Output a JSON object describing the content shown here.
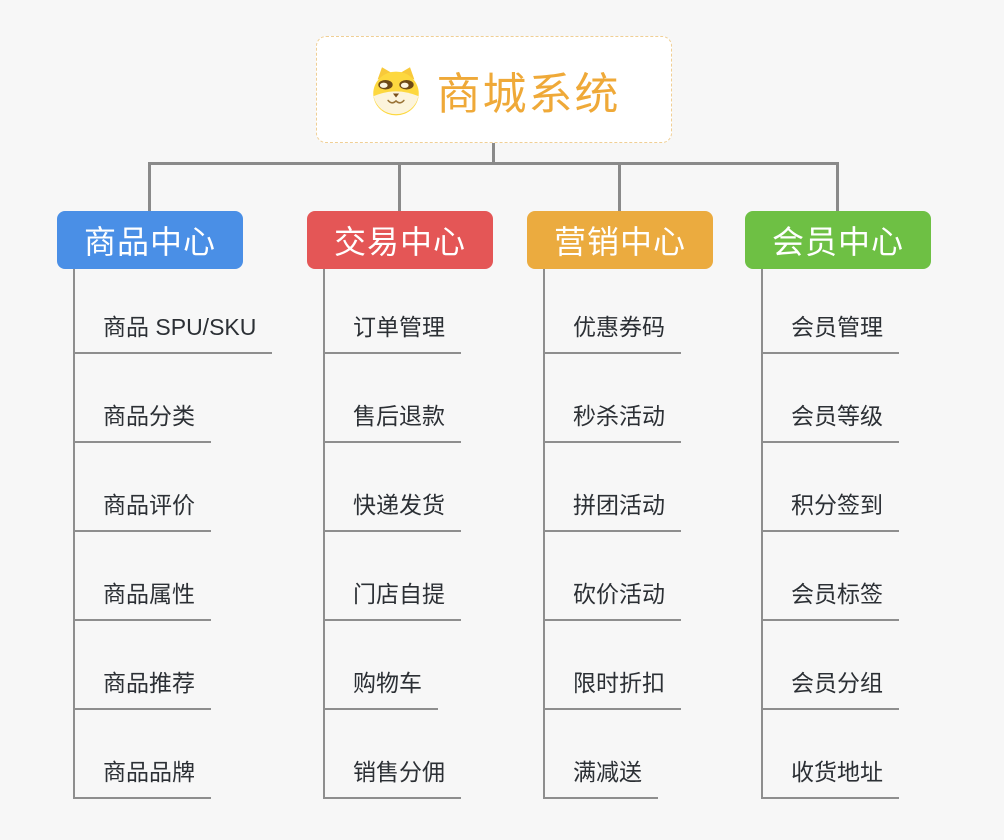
{
  "page": {
    "background": "#f7f7f7",
    "connector_color": "#8a8a8a"
  },
  "root": {
    "title": "商城系统",
    "icon": "dog-face",
    "text_color": "#efa938",
    "border_color": "#f0cf95"
  },
  "branches": [
    {
      "label": "商品中心",
      "color": "#4a8fe6",
      "children": [
        "商品 SPU/SKU",
        "商品分类",
        "商品评价",
        "商品属性",
        "商品推荐",
        "商品品牌"
      ]
    },
    {
      "label": "交易中心",
      "color": "#e45656",
      "children": [
        "订单管理",
        "售后退款",
        "快递发货",
        "门店自提",
        "购物车",
        "销售分佣"
      ]
    },
    {
      "label": "营销中心",
      "color": "#ebab3f",
      "children": [
        "优惠券码",
        "秒杀活动",
        "拼团活动",
        "砍价活动",
        "限时折扣",
        "满减送"
      ]
    },
    {
      "label": "会员中心",
      "color": "#6ec044",
      "children": [
        "会员管理",
        "会员等级",
        "积分签到",
        "会员标签",
        "会员分组",
        "收货地址"
      ]
    }
  ]
}
